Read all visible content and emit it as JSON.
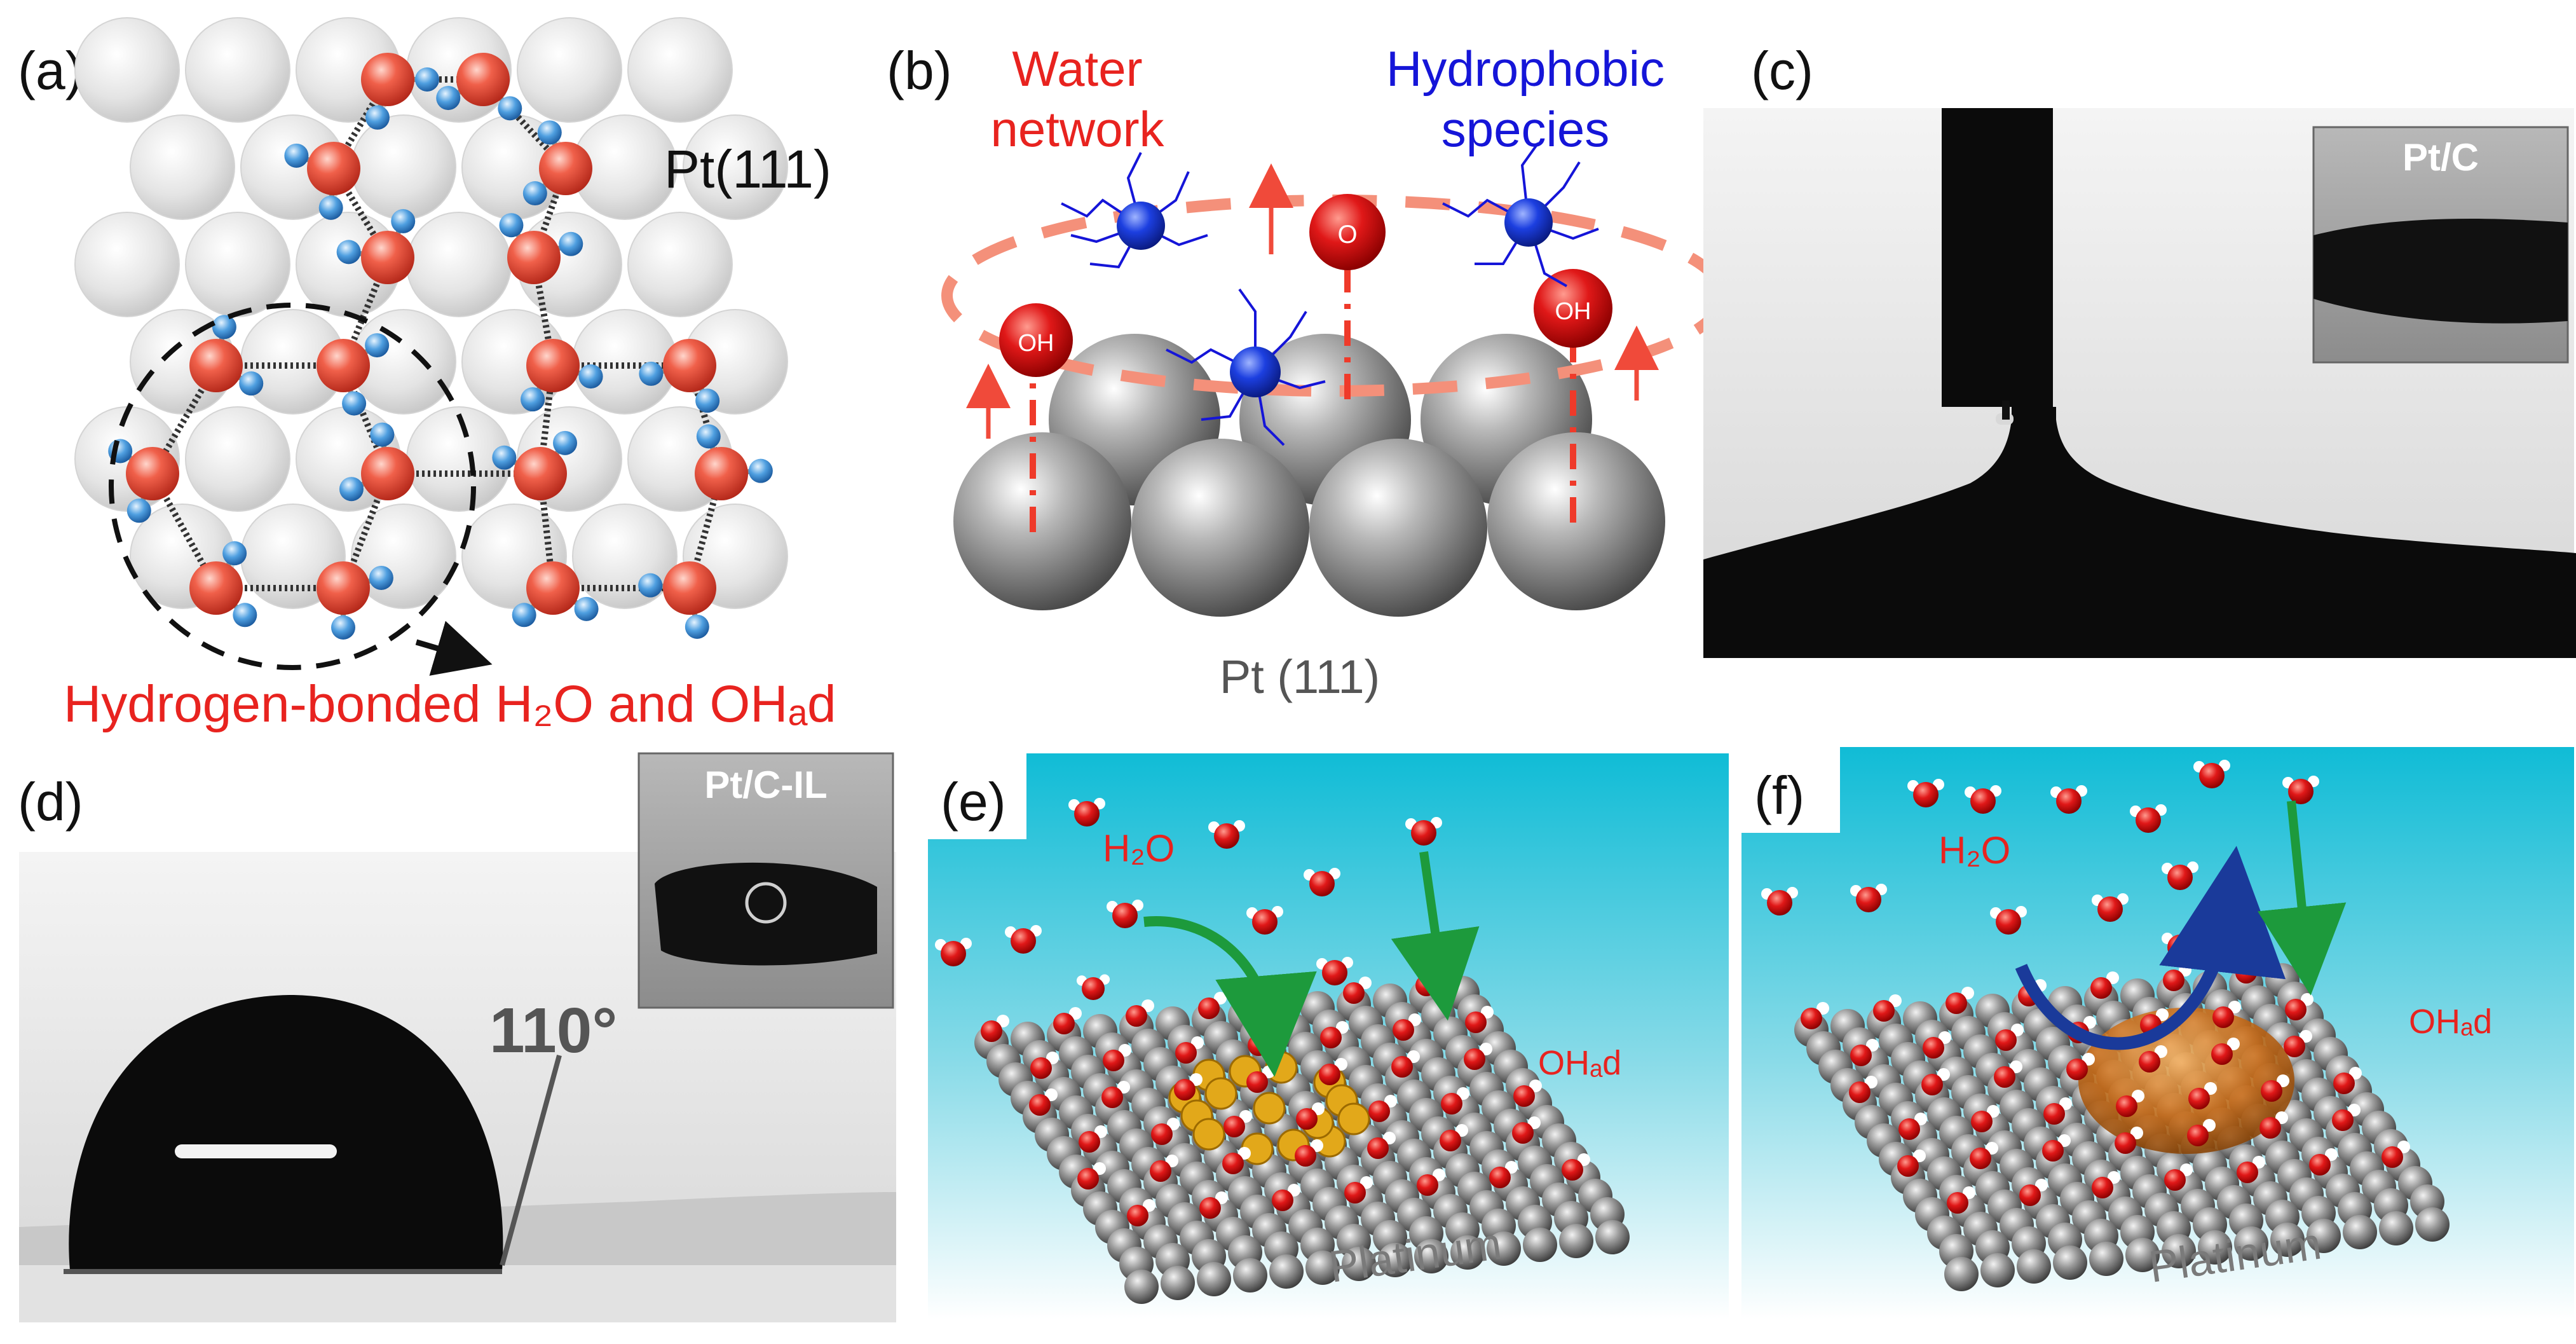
{
  "panels": {
    "a": {
      "letter": "(a)",
      "surface_label": "Pt(111)",
      "caption": "Hydrogen-bonded H₂O and OHₐd"
    },
    "b": {
      "letter": "(b)",
      "water_label_1": "Water",
      "water_label_2": "network",
      "hydro_label_1": "Hydrophobic",
      "hydro_label_2": "species",
      "oh_left": "OH",
      "o_center": "O",
      "oh_right": "OH",
      "surface_label": "Pt (111)"
    },
    "c": {
      "letter": "(c)",
      "inset_label": "Pt/C"
    },
    "d": {
      "letter": "(d)",
      "inset_label": "Pt/C-IL",
      "angle_label": "110°"
    },
    "e": {
      "letter": "(e)",
      "h2o_label": "H₂O",
      "ohad_label": "OHₐd",
      "surface_label": "Platinum"
    },
    "f": {
      "letter": "(f)",
      "h2o_label": "H₂O",
      "ohad_label": "OHₐd",
      "surface_label": "Platinum"
    }
  },
  "colors": {
    "oxygen": "#e84a3a",
    "hydrogen": "#3b8fd9",
    "text_red": "#e8231f",
    "text_blue": "#1515d8",
    "sky_blue": "#1fc2d8",
    "pt_gray": "#8a8a8a"
  }
}
